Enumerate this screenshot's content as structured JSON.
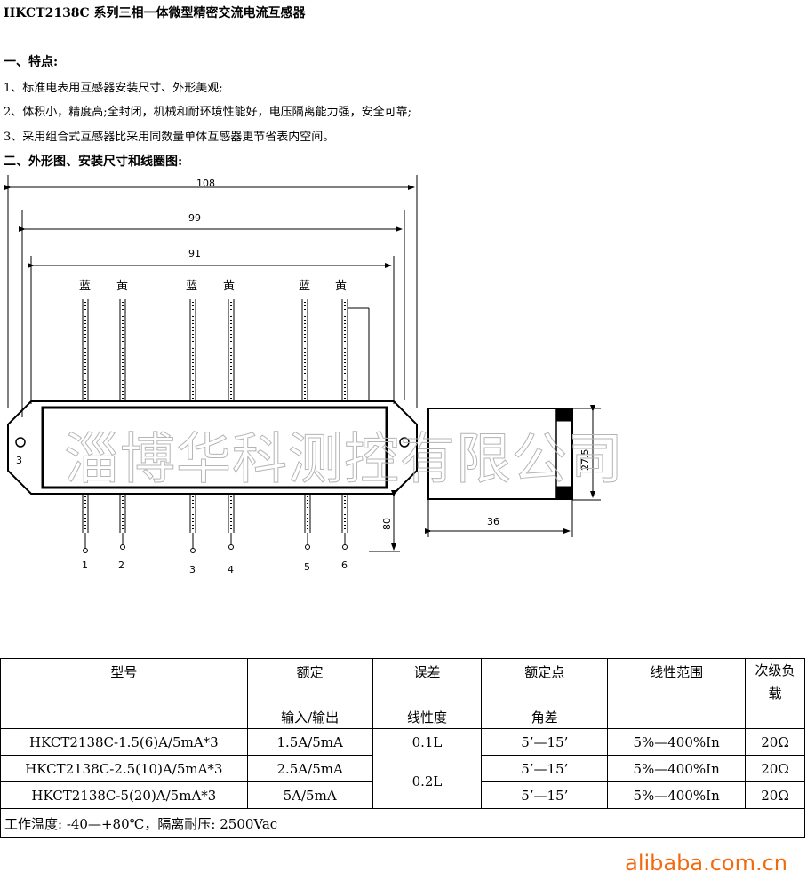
{
  "title": "HKCT2138C 系列三相一体微型精密交流电流互感器",
  "section1": {
    "heading": "一、特点:",
    "items": [
      "1、标准电表用互感器安装尺寸、外形美观;",
      "2、体积小，精度高;全封闭，机械和耐环境性能好，电压隔离能力强，安全可靠;",
      "3、采用组合式互感器比采用同数量单体互感器更节省表内空间。"
    ]
  },
  "section2": {
    "heading": "二、外形图、安装尺寸和线圈图:"
  },
  "drawing": {
    "dims": {
      "d108": "108",
      "d99": "99",
      "d91": "91",
      "d80": "80",
      "d36": "36",
      "d275": "27.5"
    },
    "wire_labels": [
      "蓝",
      "黄",
      "蓝",
      "黄",
      "蓝",
      "黄"
    ],
    "pin_labels": [
      "1",
      "2",
      "3",
      "4",
      "5",
      "6"
    ],
    "hole_label": "3",
    "watermark": "淄博华科测控有限公司"
  },
  "table": {
    "headers": [
      {
        "line1": "型号",
        "line2": ""
      },
      {
        "line1": "额定",
        "line2": "输入/输出"
      },
      {
        "line1": "误差",
        "line2": "线性度"
      },
      {
        "line1": "额定点",
        "line2": "角差"
      },
      {
        "line1": "线性范围",
        "line2": ""
      },
      {
        "line1": "次级负载",
        "line2": ""
      }
    ],
    "rows": [
      {
        "model": "HKCT2138C-1.5(6)A/5mA*3",
        "rating": "1.5A/5mA",
        "angle": "5’—15’",
        "range": "5%—400%In",
        "load": "20Ω"
      },
      {
        "model": "HKCT2138C-2.5(10)A/5mA*3",
        "rating": "2.5A/5mA",
        "angle": "5’—15’",
        "range": "5%—400%In",
        "load": "20Ω"
      },
      {
        "model": "HKCT2138C-5(20)A/5mA*3",
        "rating": "5A/5mA",
        "angle": "5’—15’",
        "range": "5%—400%In",
        "load": "20Ω"
      }
    ],
    "error_values": [
      "0.1L",
      "0.2L"
    ],
    "footer": "工作温度: -40—+80℃，隔离耐压: 2500Vac"
  },
  "brand": "alibaba.com.cn"
}
